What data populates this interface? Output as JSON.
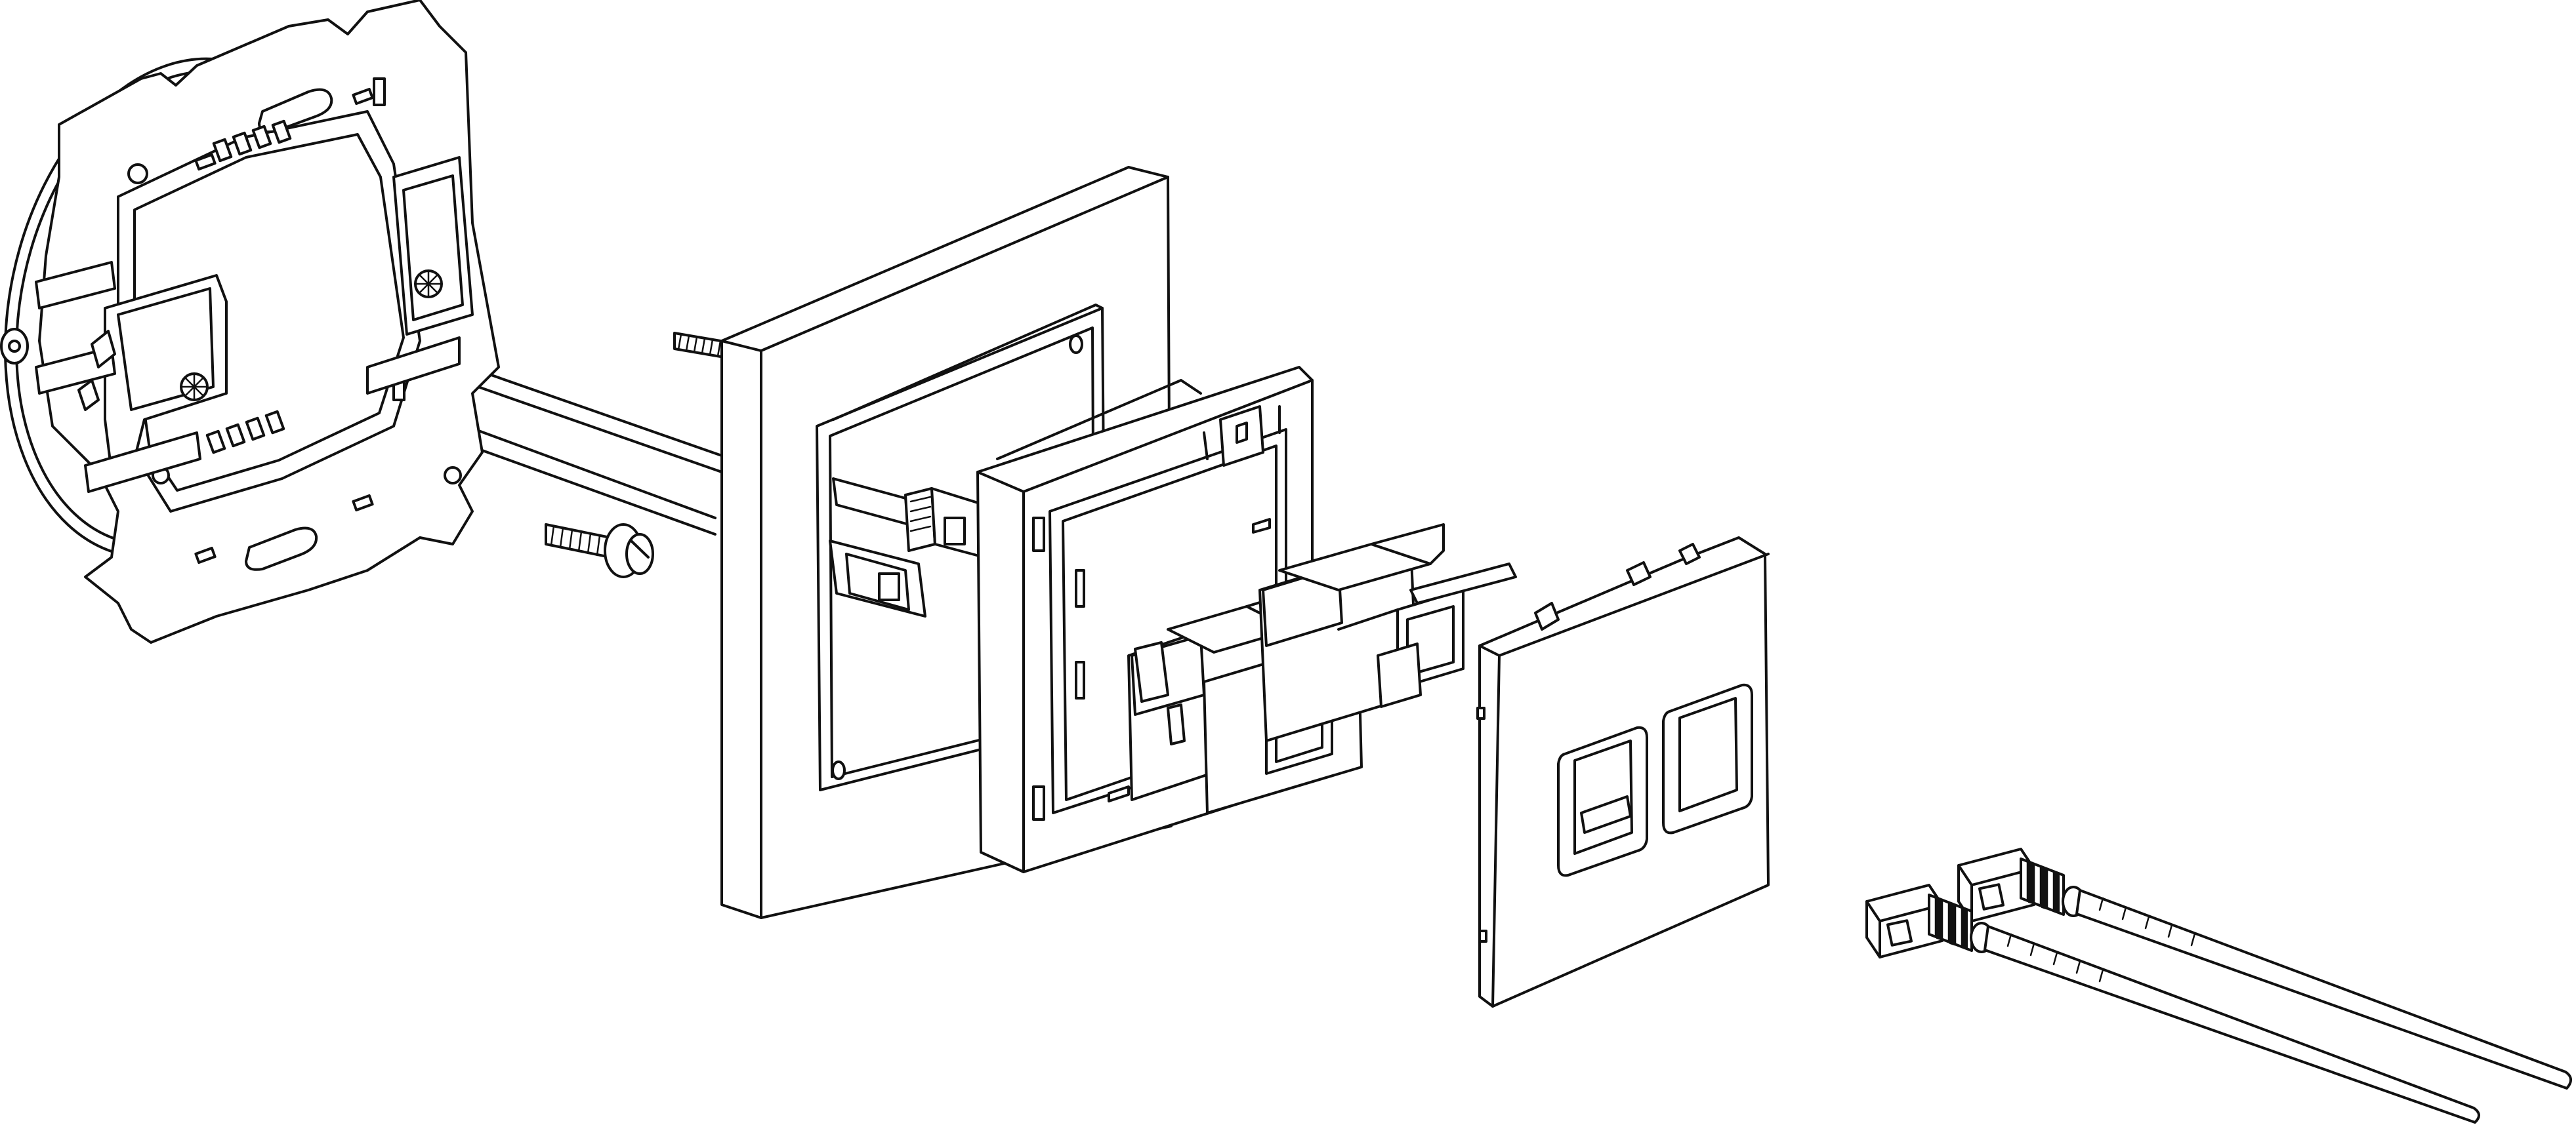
{
  "figure": {
    "kind": "exploded assembly line drawing",
    "colors": {
      "line": "#111111",
      "background": "#ffffff"
    },
    "parts": [
      {
        "name": "mounting-frame-with-claws"
      },
      {
        "name": "fixing-screws"
      },
      {
        "name": "cover-frame"
      },
      {
        "name": "adapter-support"
      },
      {
        "name": "sc-duplex-couplers"
      },
      {
        "name": "cover-plate-two-windows"
      },
      {
        "name": "sc-patch-cords"
      }
    ]
  }
}
